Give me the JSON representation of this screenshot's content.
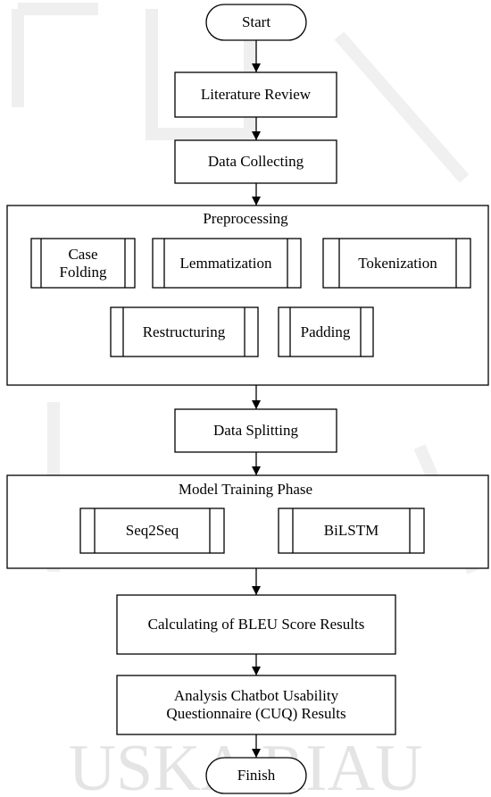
{
  "flowchart": {
    "start": "Start",
    "literature_review": "Literature Review",
    "data_collecting": "Data Collecting",
    "preprocessing": {
      "title": "Preprocessing",
      "case_folding": "Case\nFolding",
      "lemmatization": "Lemmatization",
      "tokenization": "Tokenization",
      "padding": "Padding",
      "restructuring": "Restructuring"
    },
    "data_splitting": "Data Splitting",
    "model_training": {
      "title": "Model Training Phase",
      "seq2seq": "Seq2Seq",
      "bilstm": "BiLSTM"
    },
    "bleu": "Calculating of BLEU Score Results",
    "cuq": "Analysis Chatbot Usability\nQuestionnaire (CUQ) Results",
    "finish": "Finish"
  },
  "watermark": "USKA RIAU",
  "colors": {
    "stroke": "#000000",
    "fill": "#ffffff",
    "watermark": "#b5b5b5",
    "watermark_accent": "#e6d58f"
  }
}
